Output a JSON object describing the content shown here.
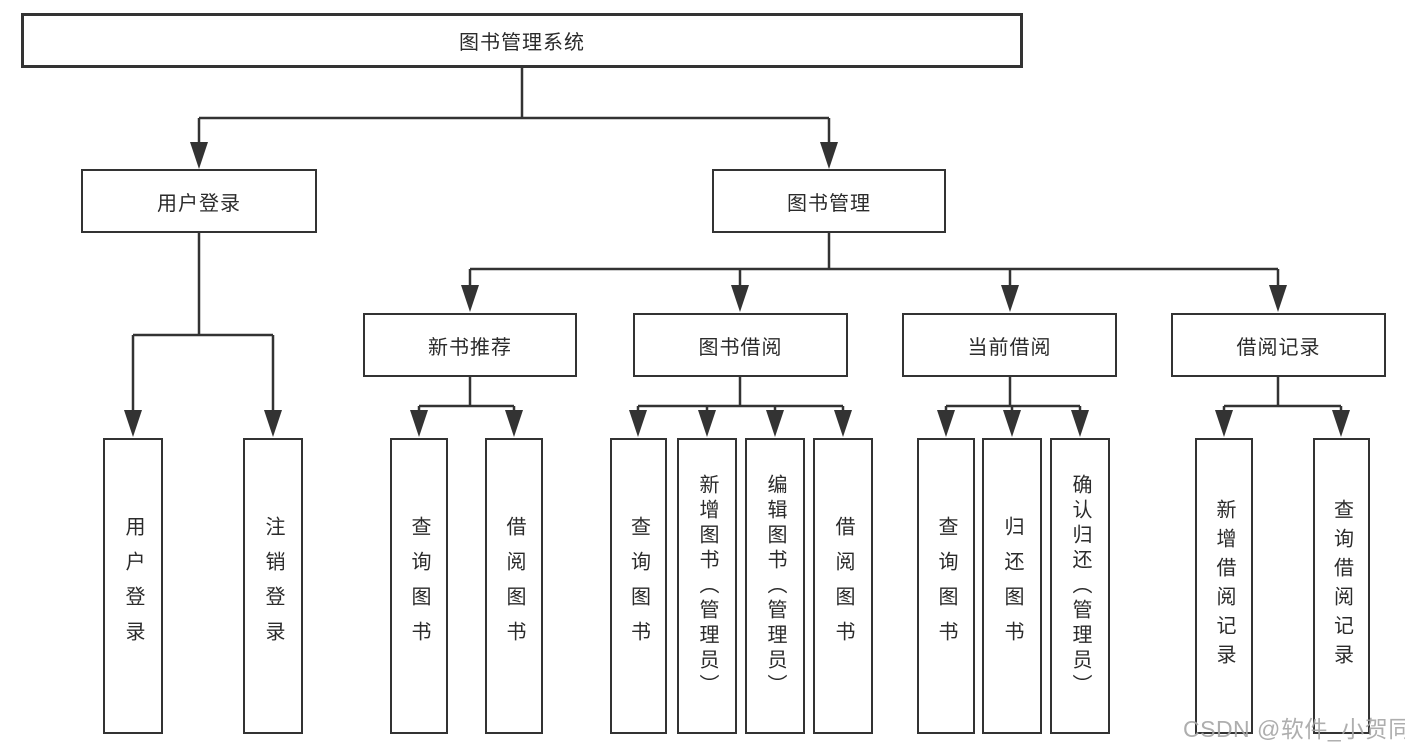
{
  "diagram": {
    "root": {
      "label": "图书管理系统"
    },
    "branches": [
      {
        "label": "用户登录",
        "leaves": [
          {
            "label": "用户登录"
          },
          {
            "label": "注销登录"
          }
        ]
      },
      {
        "label": "图书管理",
        "children": [
          {
            "label": "新书推荐",
            "leaves": [
              {
                "label": "查询图书"
              },
              {
                "label": "借阅图书"
              }
            ]
          },
          {
            "label": "图书借阅",
            "leaves": [
              {
                "label": "查询图书"
              },
              {
                "label": "新增图书（管理员）"
              },
              {
                "label": "编辑图书（管理员）"
              },
              {
                "label": "借阅图书"
              }
            ]
          },
          {
            "label": "当前借阅",
            "leaves": [
              {
                "label": "查询图书"
              },
              {
                "label": "归还图书"
              },
              {
                "label": "确认归还（管理员）"
              }
            ]
          },
          {
            "label": "借阅记录",
            "leaves": [
              {
                "label": "新增借阅记录"
              },
              {
                "label": "查询借阅记录"
              }
            ]
          }
        ]
      }
    ]
  },
  "watermark": {
    "text": "CSDN @软件_小贺同学"
  },
  "colors": {
    "line": "#333333",
    "text": "#2b2b2b",
    "background": "#ffffff",
    "watermark": "#a6a6a6"
  }
}
